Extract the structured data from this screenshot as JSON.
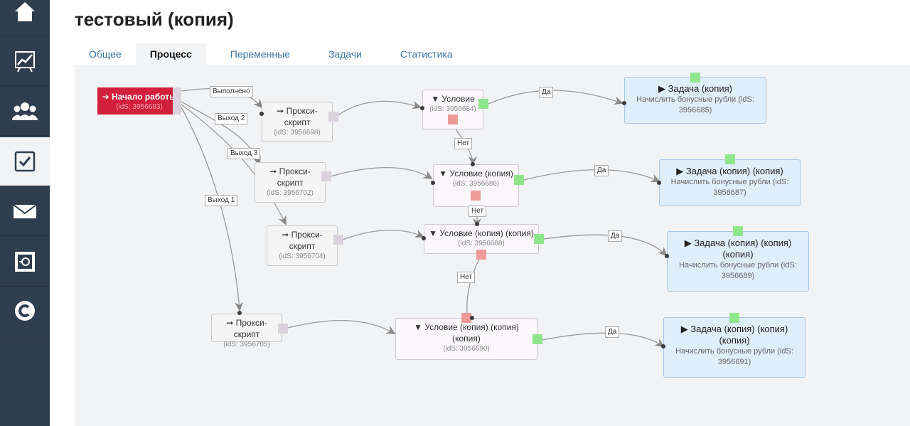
{
  "sidebar": {
    "items": [
      {
        "icon": "home-icon"
      },
      {
        "icon": "chart-icon"
      },
      {
        "icon": "users-icon"
      },
      {
        "icon": "checkbox-icon"
      },
      {
        "icon": "mail-icon"
      },
      {
        "icon": "safe-icon"
      },
      {
        "icon": "logo-c-icon"
      }
    ]
  },
  "header": {
    "title": "тестовый (копия)"
  },
  "tabs": [
    {
      "label": "Общее"
    },
    {
      "label": "Процесс"
    },
    {
      "label": "Переменные"
    },
    {
      "label": "Задачи"
    },
    {
      "label": "Статистика"
    }
  ],
  "flow": {
    "start": {
      "label": "Начало работы",
      "id": "(idS: 3956683)"
    },
    "proxies": [
      {
        "label": "Прокси-скрипт",
        "id": "(idS: 3956698)"
      },
      {
        "label": "Прокси-скрипт",
        "id": "(idS: 3956702)"
      },
      {
        "label": "Прокси-скрипт",
        "id": "(idS: 3956704)"
      },
      {
        "label": "Прокси-скрипт",
        "id": "(idS: 3956705)"
      }
    ],
    "conditions": [
      {
        "label": "Условие",
        "id": "(idS: 3956684)"
      },
      {
        "label": "Условие (копия)",
        "id": "(idS: 3956686)"
      },
      {
        "label": "Условие (копия) (копия)",
        "id": "(idS: 3956688)"
      },
      {
        "label": "Условие (копия) (копия) (копия)",
        "id": "(idS: 3956690)"
      }
    ],
    "tasks": [
      {
        "label": "Задача (копия)",
        "desc": "Начислить бонусные рубли (idS: 3956685)"
      },
      {
        "label": "Задача (копия) (копия)",
        "desc": "Начислить бонусные рубли (idS: 3956687)"
      },
      {
        "label": "Задача (копия) (копия) (копия)",
        "desc": "Начислить бонусные рубли (idS: 3956689)"
      },
      {
        "label": "Задача (копия) (копия) (копия)",
        "desc": "Начислить бонусные рубли (idS: 3956691)"
      }
    ],
    "edge_labels": {
      "done": "Выполнено",
      "exit2": "Выход 2",
      "exit3": "Выход 3",
      "exit1": "Выход 1",
      "yes": "Да",
      "no": "Нет"
    }
  }
}
